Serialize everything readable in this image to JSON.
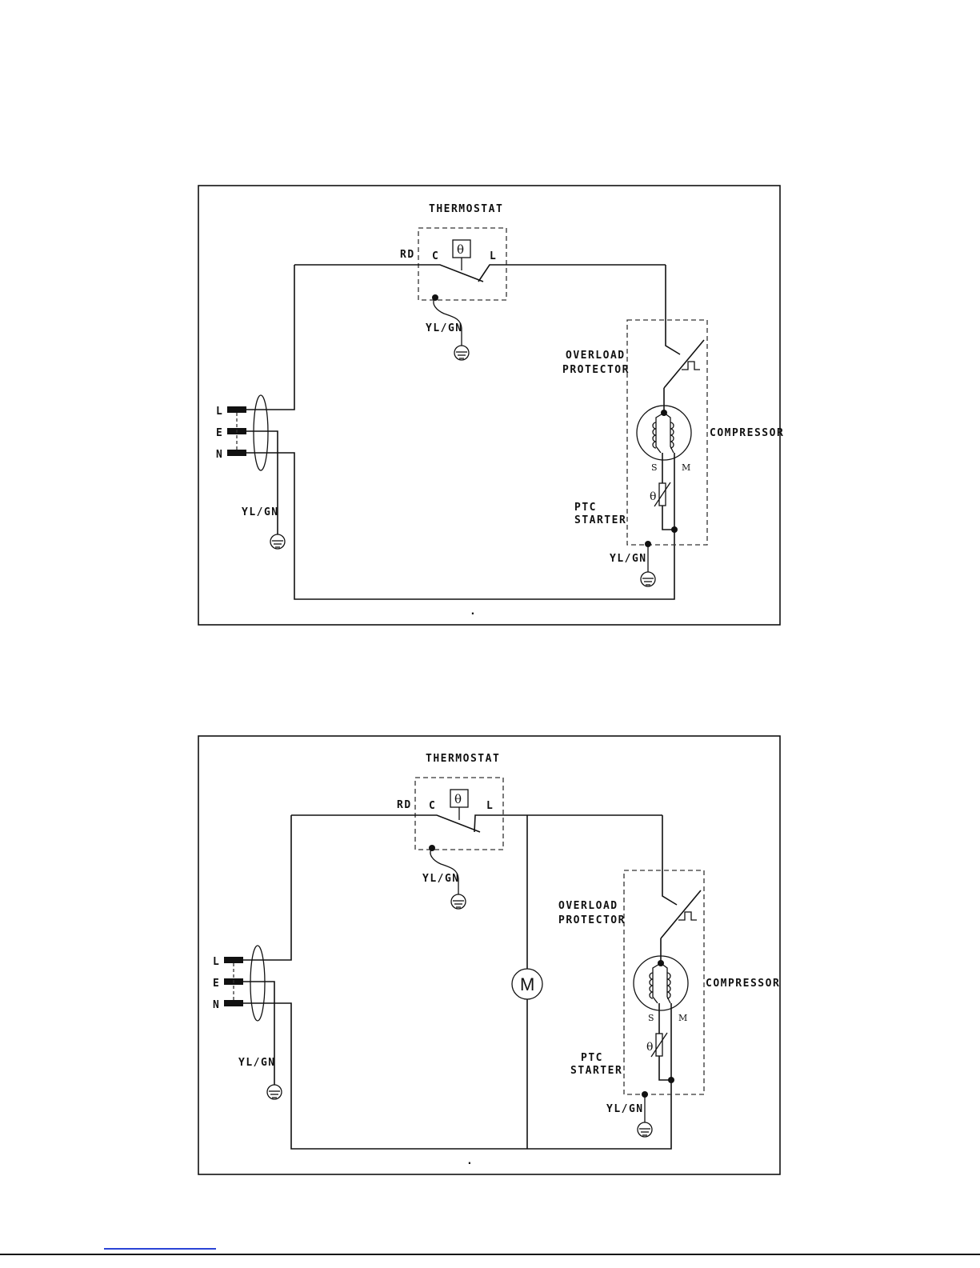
{
  "diagrams": [
    {
      "thermostat_label": "THERMOSTAT",
      "rd_label": "RD",
      "c_label": "C",
      "l_label": "L",
      "theta_symbol": "θ",
      "yl_gn_labels": [
        "YL/GN",
        "YL/GN",
        "YL/GN"
      ],
      "plug_labels": [
        "L",
        "E",
        "N"
      ],
      "overload_label_line1": "OVERLOAD",
      "overload_label_line2": "PROTECTOR",
      "compressor_label": "COMPRESSOR",
      "winding_s_label": "S",
      "winding_m_label": "M",
      "ptc_label_line1": "PTC",
      "ptc_label_line2": "STARTER",
      "bottom_mark": "."
    },
    {
      "thermostat_label": "THERMOSTAT",
      "rd_label": "RD",
      "c_label": "C",
      "l_label": "L",
      "theta_symbol": "θ",
      "yl_gn_labels": [
        "YL/GN",
        "YL/GN",
        "YL/GN"
      ],
      "plug_labels": [
        "L",
        "E",
        "N"
      ],
      "overload_label_line1": "OVERLOAD",
      "overload_label_line2": "PROTECTOR",
      "compressor_label": "COMPRESSOR",
      "winding_s_label": "S",
      "winding_m_label": "M",
      "ptc_label_line1": "PTC",
      "ptc_label_line2": "STARTER",
      "motor_label": "M",
      "bottom_mark": "."
    }
  ]
}
